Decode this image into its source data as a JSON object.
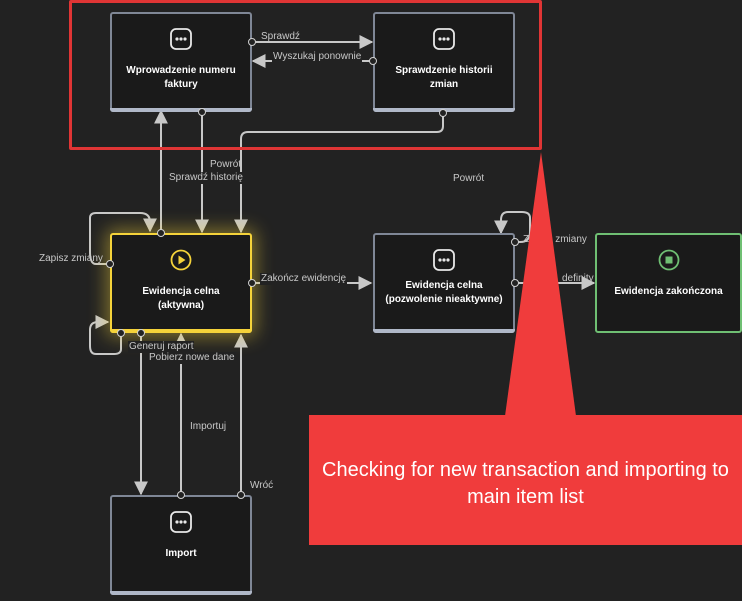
{
  "nodes": {
    "invoice_entry": {
      "label": "Wprowadzenie numeru faktury"
    },
    "history_check": {
      "label": "Sprawdzenie historii zmian"
    },
    "customs_active": {
      "label": "Ewidencja celna (aktywna)"
    },
    "customs_inactive": {
      "label": "Ewidencja celna (pozwolenie nieaktywne)"
    },
    "completed": {
      "label": "Ewidencja zakończona"
    },
    "import": {
      "label": "Import"
    }
  },
  "edges": {
    "sprawdz": "Sprawdź",
    "wyszukaj_ponownie": "Wyszukaj ponownie",
    "powrot_1": "Powrót",
    "sprawdz_historie": "Sprawdź historię",
    "powrot_2": "Powrót",
    "zapisz_zmiany_1": "Zapisz zmiany",
    "zakoncz_ewidencje": "Zakończ ewidencję",
    "zapisz_zmiany_2": "Zapisz zmiany",
    "definitywnie": "definity",
    "generuj_raport": "Generuj raport",
    "pobierz_nowe_dane": "Pobierz nowe dane",
    "importuj": "Importuj",
    "wroc": "Wróć"
  },
  "callout": {
    "text": "Checking for new transaction and importing to main item list"
  },
  "colors": {
    "background": "#222222",
    "node_border": "#7f8796",
    "active": "#f5d33a",
    "final": "#6fbf73",
    "highlight": "#e03535",
    "callout": "#f03c3c",
    "edge": "#c8c8c8"
  }
}
